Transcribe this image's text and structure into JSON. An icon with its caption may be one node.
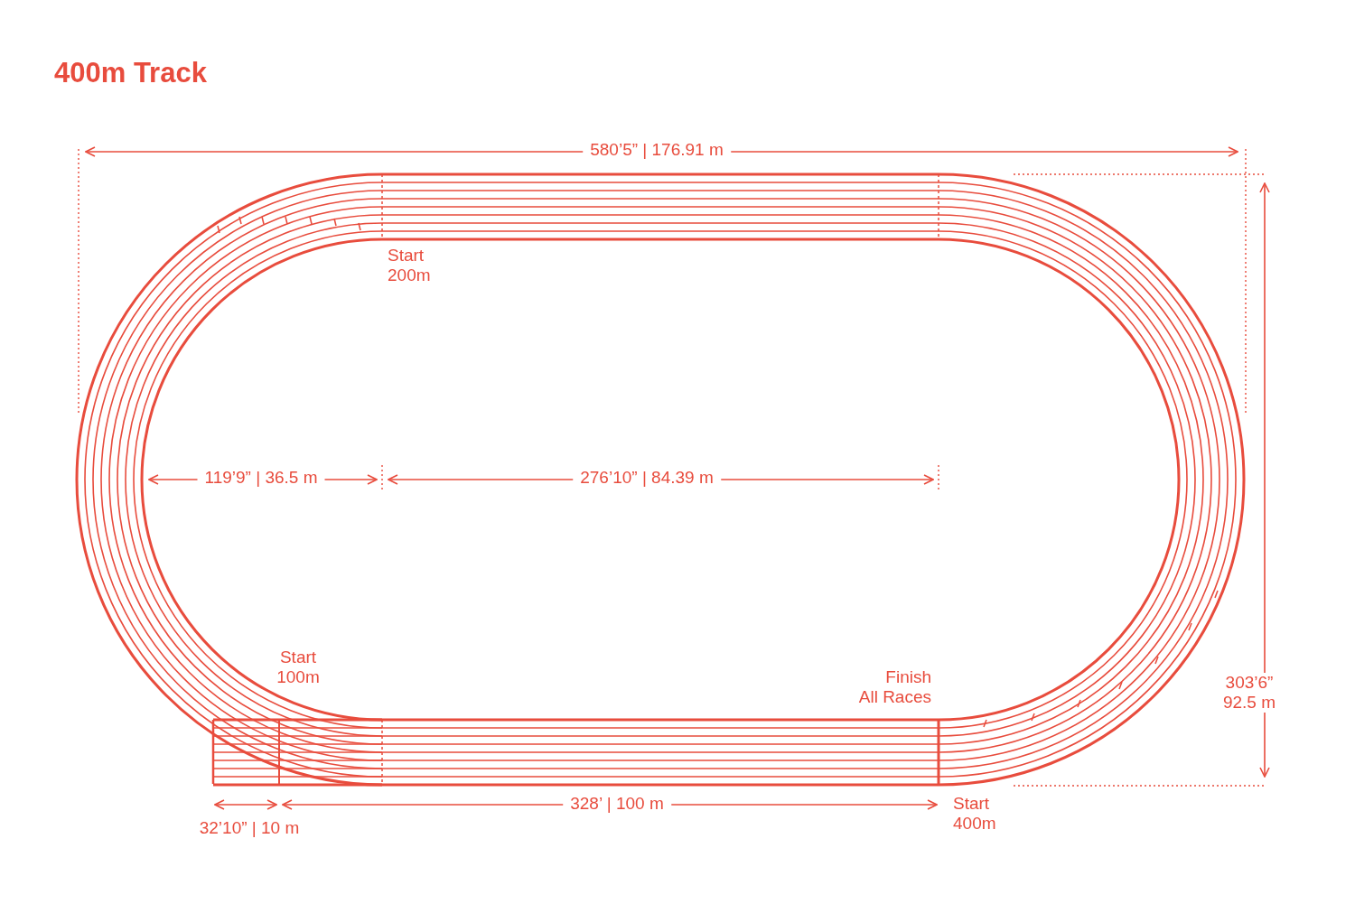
{
  "diagram": {
    "title": "400m Track",
    "labels": [
      "580’5” | 176.91 m",
      "Start 200m",
      "119’9” | 36.5 m",
      "276’10” | 84.39 m",
      "Start 100m",
      "Finish All Races",
      "303’6” 92.5 m",
      "32’10” | 10 m",
      "328’ | 100 m",
      "Start 400m"
    ]
  }
}
